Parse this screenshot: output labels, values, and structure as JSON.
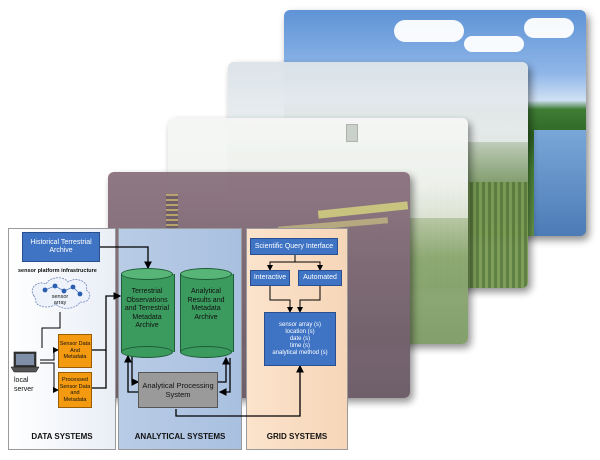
{
  "data_systems": {
    "historical_archive": "Historical Terrestrial Archive",
    "infrastructure_label": "sensor platform infrastructure",
    "sensor_array": "sensor array",
    "local_server": "local server",
    "sensor_data": "Sensor Data And Metadata",
    "processed_data": "Processed Sensor Data and Metadata",
    "panel_label": "DATA SYSTEMS"
  },
  "analytical_systems": {
    "terrestrial_archive": "Terrestrial Observations and Terrestrial Metadata Archive",
    "analytical_archive": "Analytical Results and Metadata Archive",
    "processing_system": "Analytical Processing System",
    "panel_label": "ANALYTICAL SYSTEMS"
  },
  "grid_systems": {
    "query_interface": "Scientific Query Interface",
    "interactive": "Interactive",
    "automated": "Automated",
    "query_params": [
      "sensor array (s)",
      "location (s)",
      "date (s)",
      "time (s)",
      "analytical method (s)"
    ],
    "panel_label": "GRID SYSTEMS"
  },
  "colors": {
    "box_blue": "#3f74c4",
    "box_orange": "#f39a10",
    "cylinder_green": "#3b9a5e",
    "box_gray": "#9a9a9a",
    "panel_analytical": "#b9cce6",
    "panel_grid": "#fbe3cc"
  }
}
